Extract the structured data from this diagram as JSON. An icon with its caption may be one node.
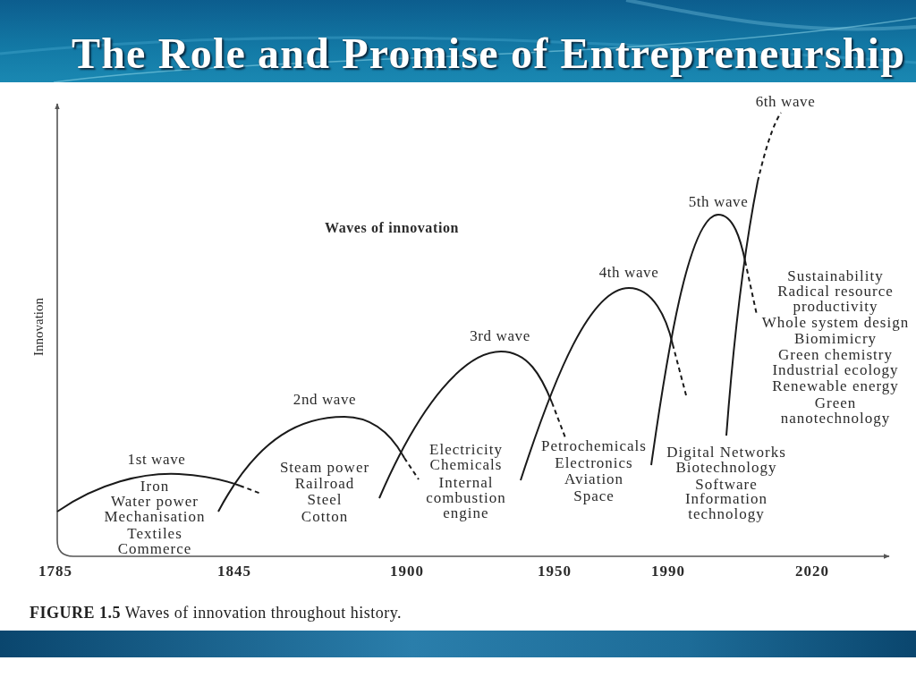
{
  "diagram": {
    "title": "The Role and Promise of Entrepreneurship",
    "caption": "**FIGURE 1.5** Waves of innovation throughout history.",
    "labels": [
      "Waves of innovation",
      "Innovation",
      "1st wave",
      "Iron",
      "Water power",
      "Mechanisation",
      "Textiles",
      "Commerce",
      "2nd wave",
      "Steam power",
      "Railroad",
      "Steel",
      "Cotton",
      "3rd wave",
      "Electricity",
      "Chemicals",
      "Internal combustion engine",
      "4th wave",
      "Petrochemicals",
      "Electronics",
      "Aviation",
      "Space",
      "5th wave",
      "Digital Networks",
      "Biotechnology",
      "Software",
      "Information technology",
      "6th wave",
      "Sustainability",
      "Radical resource productivity",
      "Whole system design",
      "Biomimicry",
      "Green chemistry",
      "Industrial ecology",
      "Renewable energy",
      "Green nanotechnology",
      "1785",
      "1845",
      "1900",
      "1950",
      "1990",
      "2020"
    ]
  }
}
